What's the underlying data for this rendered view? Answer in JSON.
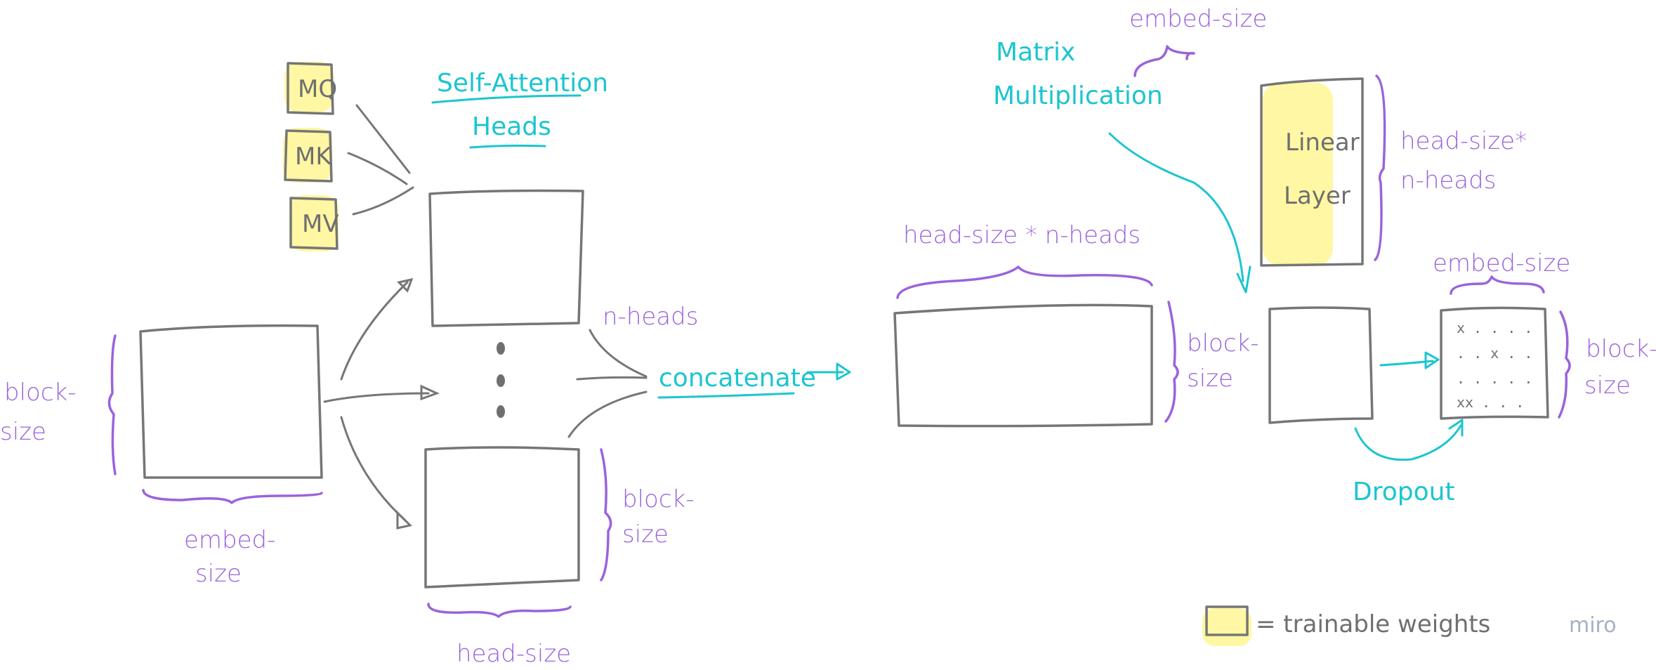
{
  "weights": {
    "q": "MQ",
    "k": "MK",
    "v": "MV"
  },
  "titles": {
    "self_attention": "Self-Attention",
    "heads": "Heads"
  },
  "labels": {
    "input_block_size": "block-",
    "input_block_size_2": "size",
    "input_embed_size": "embed-",
    "input_embed_size_2": "size",
    "n_heads": "n-heads",
    "head_block_size": "block-",
    "head_block_size_2": "size",
    "head_size": "head-size",
    "concatenate": "concatenate",
    "concat_width": "head-size * n-heads",
    "concat_block_size": "block-",
    "concat_block_size_2": "size",
    "matrix_mult_1": "Matrix",
    "matrix_mult_2": "Multiplication",
    "linear_embed_size": "embed-size",
    "linear_layer_1": "Linear",
    "linear_layer_2": "Layer",
    "linear_height_1": "head-size*",
    "linear_height_2": "n-heads",
    "out_embed_size": "embed-size",
    "out_block_size": "block-",
    "out_block_size_2": "size",
    "dropout": "Dropout"
  },
  "legend": {
    "text": "= trainable weights"
  },
  "watermark": "miro",
  "dropout_marks": [
    "x . . . .",
    ". . x . .",
    ". . . . .",
    "xx . . ."
  ],
  "colors": {
    "dimension": "#9a63dc",
    "annotation": "#1cc5cf",
    "weights_highlight": "#fff7a3",
    "sketch": "#767676"
  }
}
